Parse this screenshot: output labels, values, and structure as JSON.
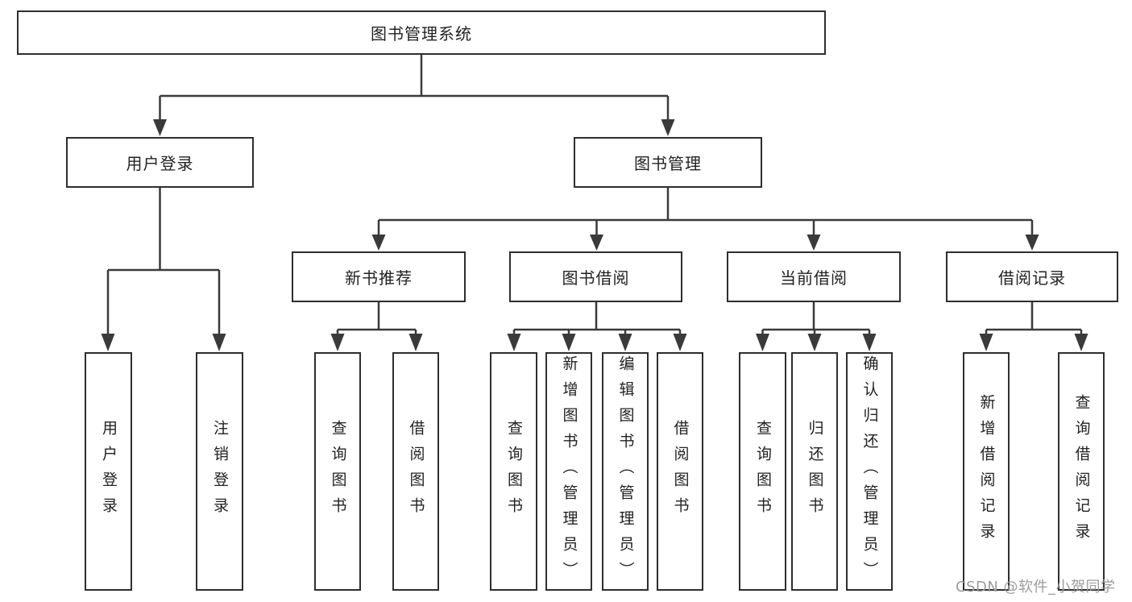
{
  "diagram": {
    "type": "hierarchy-tree",
    "colors": {
      "background": "#ffffff",
      "line": "#3a3a3a",
      "box_border": "#2e2e2e",
      "text": "#222222",
      "watermark_text": "#9c9c9c"
    },
    "tree": {
      "label": "图书管理系统",
      "children": [
        {
          "label": "用户登录",
          "children": [
            {
              "label": "用户登录"
            },
            {
              "label": "注销登录"
            }
          ]
        },
        {
          "label": "图书管理",
          "children": [
            {
              "label": "新书推荐",
              "children": [
                {
                  "label": "查询图书"
                },
                {
                  "label": "借阅图书"
                }
              ]
            },
            {
              "label": "图书借阅",
              "children": [
                {
                  "label": "查询图书"
                },
                {
                  "label": "新增图书（管理员）"
                },
                {
                  "label": "编辑图书（管理员）"
                },
                {
                  "label": "借阅图书"
                }
              ]
            },
            {
              "label": "当前借阅",
              "children": [
                {
                  "label": "查询图书"
                },
                {
                  "label": "归还图书"
                },
                {
                  "label": "确认归还（管理员）"
                }
              ]
            },
            {
              "label": "借阅记录",
              "children": [
                {
                  "label": "新增借阅记录"
                },
                {
                  "label": "查询借阅记录"
                }
              ]
            }
          ]
        }
      ]
    }
  },
  "watermark": {
    "text": "CSDN @软件_小贺同学"
  }
}
